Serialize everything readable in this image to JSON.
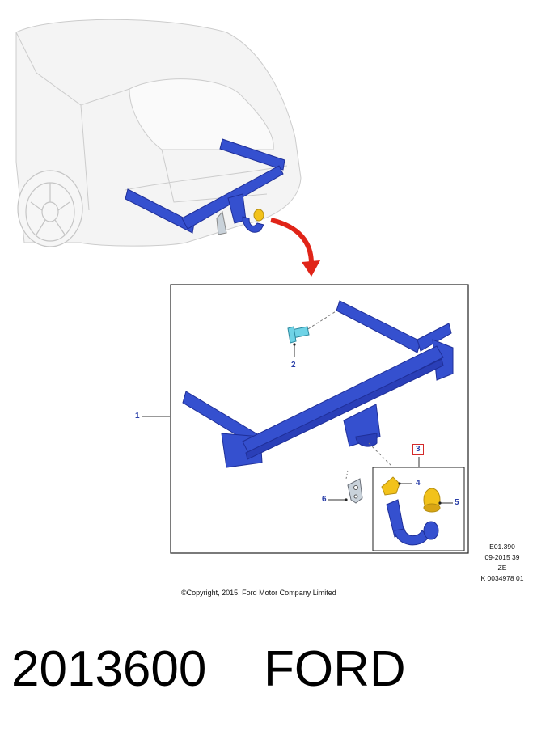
{
  "callouts": {
    "c1": "1",
    "c2": "2",
    "c3": "3",
    "c4": "4",
    "c5": "5",
    "c6": "6"
  },
  "meta": {
    "line1": "E01.390",
    "line2": "09-2015 39",
    "line3": "ZE",
    "line4": "K 0034978 01"
  },
  "copyright": "©Copyright, 2015, Ford Motor Company Limited",
  "footer": {
    "part_number": "2013600",
    "brand": "FORD"
  },
  "colors": {
    "part_blue": "#3550cf",
    "part_dark": "#1f2f98",
    "accent_yellow": "#f2c21a",
    "arrow_red": "#e02418",
    "bracket_cyan": "#6fd3e6",
    "car_outline": "#c9c9c9"
  }
}
